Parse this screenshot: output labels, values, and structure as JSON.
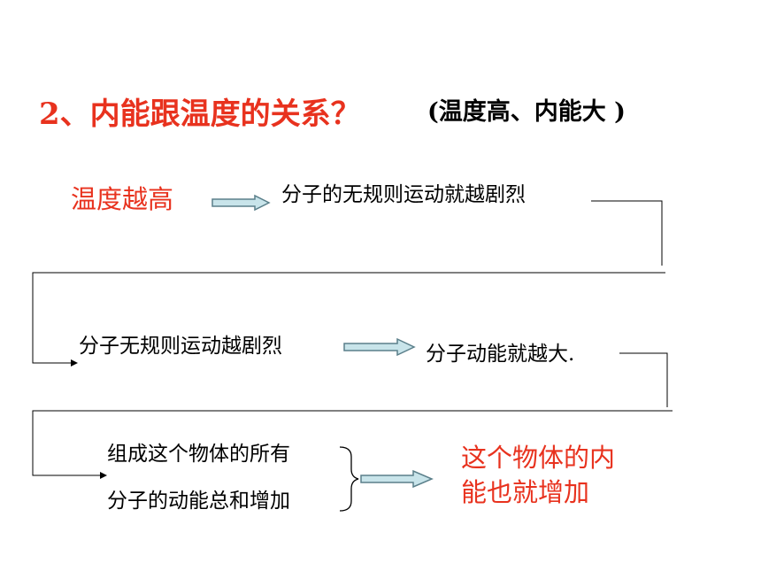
{
  "title": {
    "main": "2、内能跟温度的关系？",
    "sub": "(温度高、内能大 )"
  },
  "row1": {
    "cause": "温度越高",
    "effect": "分子的无规则运动就越剧烈"
  },
  "row2": {
    "cause": "分子无规则运动越剧烈",
    "effect": "分子动能就越大."
  },
  "row3": {
    "cause_line1": "组成这个物体的所有",
    "cause_line2": "分子的动能总和增加",
    "effect_line1": "这个物体的内",
    "effect_line2": "能也就增加"
  },
  "colors": {
    "accent_red": "#e8321e",
    "arrow_fill": "#c8e4ea",
    "arrow_stroke": "#5a7f8a"
  }
}
